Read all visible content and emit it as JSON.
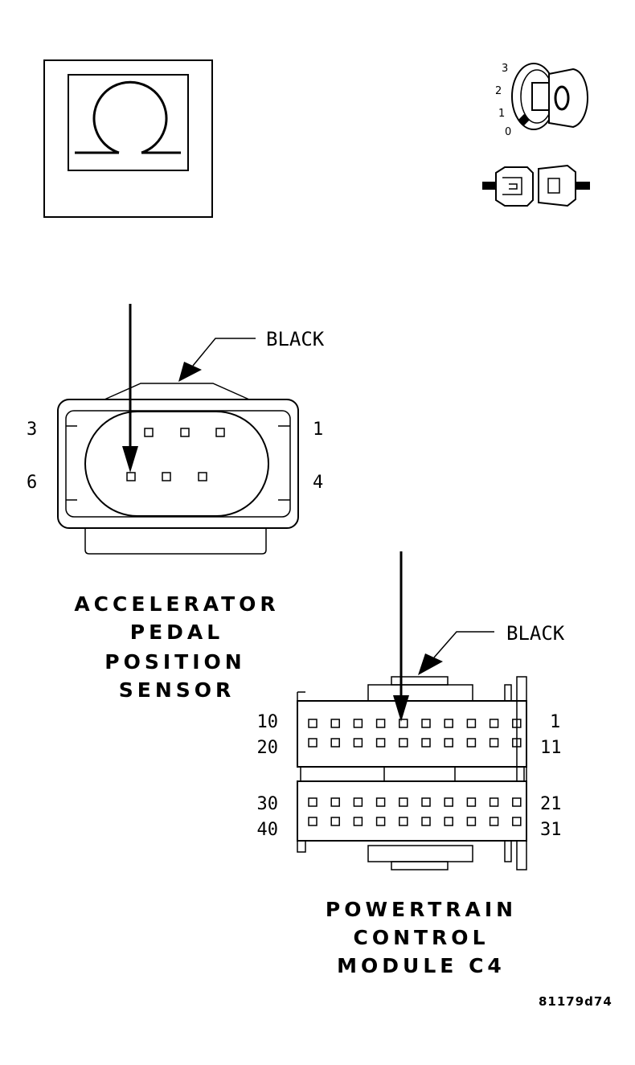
{
  "ohmmeter": {
    "symbol": "Ω"
  },
  "ignition": {
    "positions": [
      "3",
      "2",
      "1",
      "0"
    ]
  },
  "sensor_connector": {
    "wire_color_label": "BLACK",
    "pin_labels": {
      "top_left": "3",
      "top_right": "1",
      "bottom_left": "6",
      "bottom_right": "4"
    },
    "title_lines": [
      "ACCELERATOR",
      "PEDAL",
      "POSITION",
      "SENSOR"
    ]
  },
  "pcm_connector": {
    "wire_color_label": "BLACK",
    "pin_labels": {
      "row1_left": "10",
      "row1_right": "1",
      "row2_left": "20",
      "row2_right": "11",
      "row3_left": "30",
      "row3_right": "21",
      "row4_left": "40",
      "row4_right": "31"
    },
    "title_lines": [
      "POWERTRAIN",
      "CONTROL",
      "MODULE C4"
    ]
  },
  "figure_code": "81179d74"
}
